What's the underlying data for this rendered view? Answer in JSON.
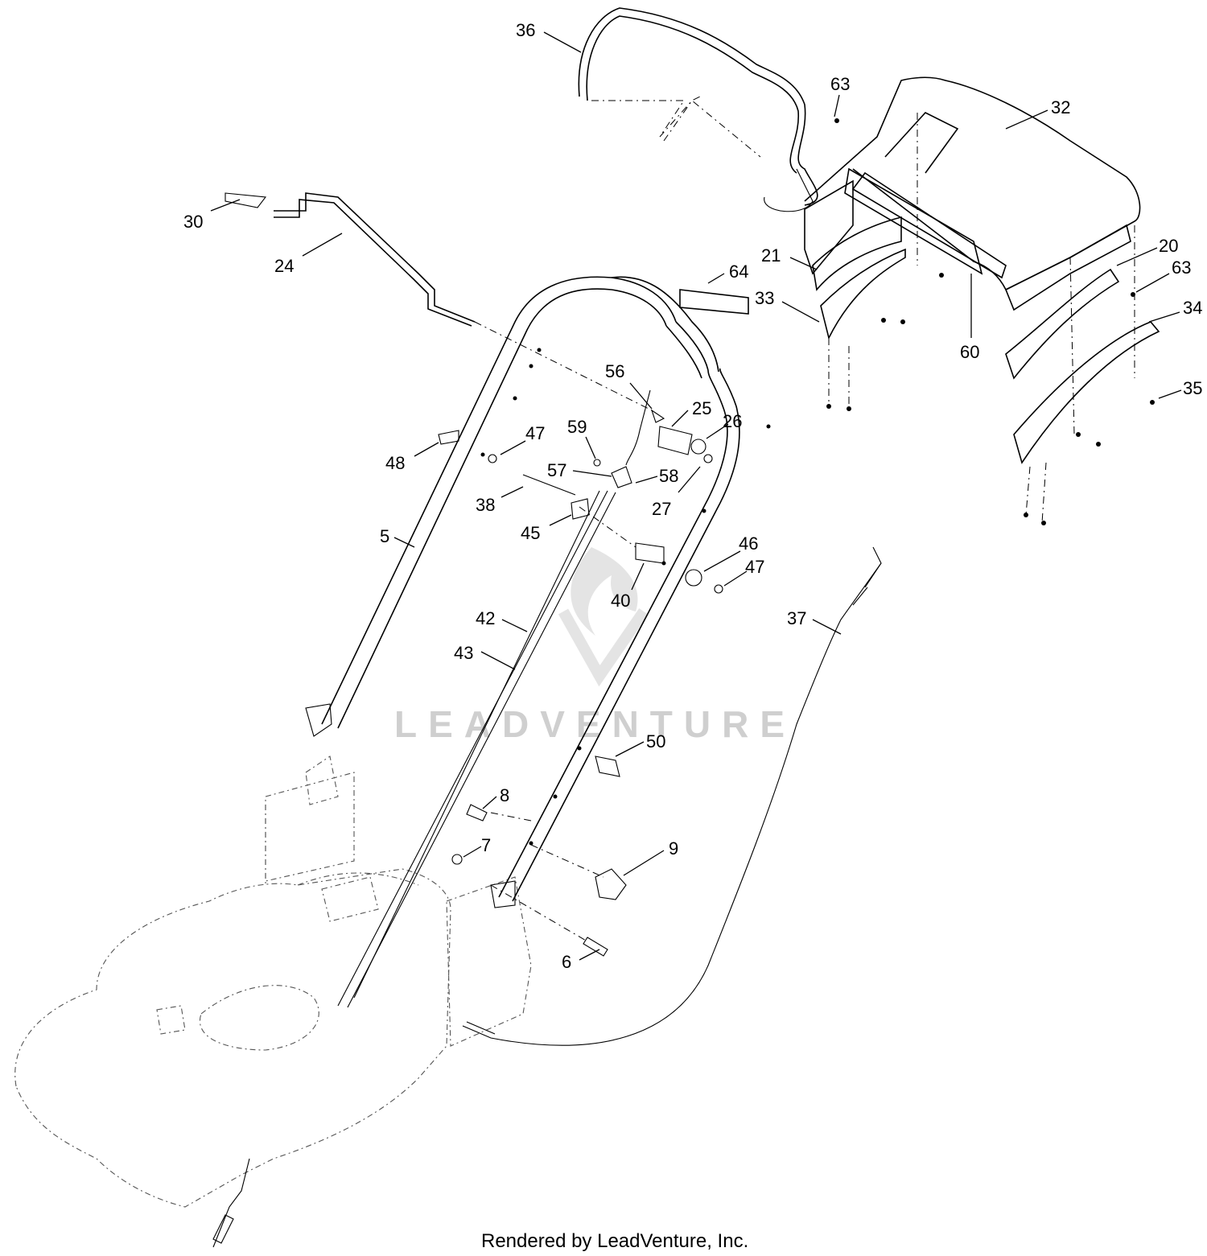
{
  "labels": {
    "l36": "36",
    "l63a": "63",
    "l32": "32",
    "l30": "30",
    "l24": "24",
    "l21": "21",
    "l20": "20",
    "l63b": "63",
    "l64": "64",
    "l33": "33",
    "l34": "34",
    "l60": "60",
    "l35": "35",
    "l56": "56",
    "l25": "25",
    "l26": "26",
    "l59": "59",
    "l47a": "47",
    "l48": "48",
    "l57": "57",
    "l58": "58",
    "l38": "38",
    "l27": "27",
    "l45": "45",
    "l5": "5",
    "l46": "46",
    "l47b": "47",
    "l40": "40",
    "l37": "37",
    "l42": "42",
    "l43": "43",
    "l50": "50",
    "l8": "8",
    "l7": "7",
    "l9": "9",
    "l6": "6"
  },
  "watermark": "LEADVENTURE",
  "footer": "Rendered by LeadVenture, Inc."
}
